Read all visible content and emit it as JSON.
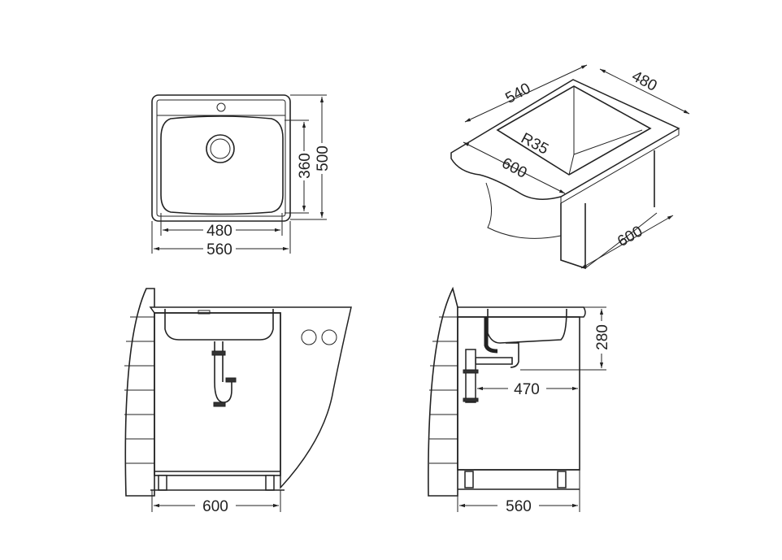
{
  "top_view": {
    "width_outer": "560",
    "width_inner": "480",
    "depth_inner": "360",
    "depth_outer": "500"
  },
  "iso_view": {
    "length": "540",
    "width": "480",
    "radius": "R35",
    "cabinet_width": "600",
    "cabinet_depth": "600"
  },
  "front_view": {
    "cabinet_width": "600"
  },
  "side_view": {
    "bowl_depth": "280",
    "drain_offset": "470",
    "cabinet_depth": "560"
  },
  "colors": {
    "line": "#222222",
    "background": "#ffffff"
  }
}
